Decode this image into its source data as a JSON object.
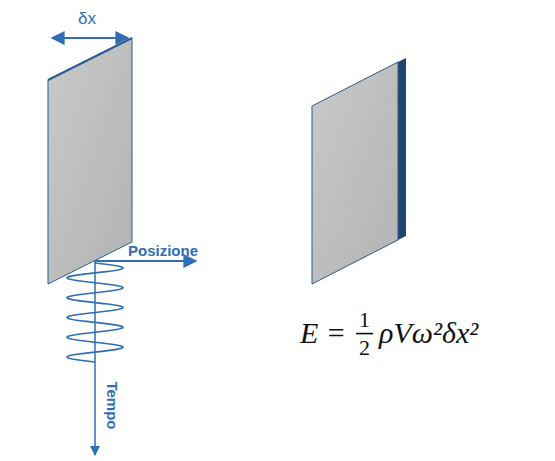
{
  "diagram": {
    "labels": [
      "δx",
      "Posizione",
      "Tempo",
      "E =",
      "1",
      "2",
      "ρVω²δx²"
    ]
  }
}
